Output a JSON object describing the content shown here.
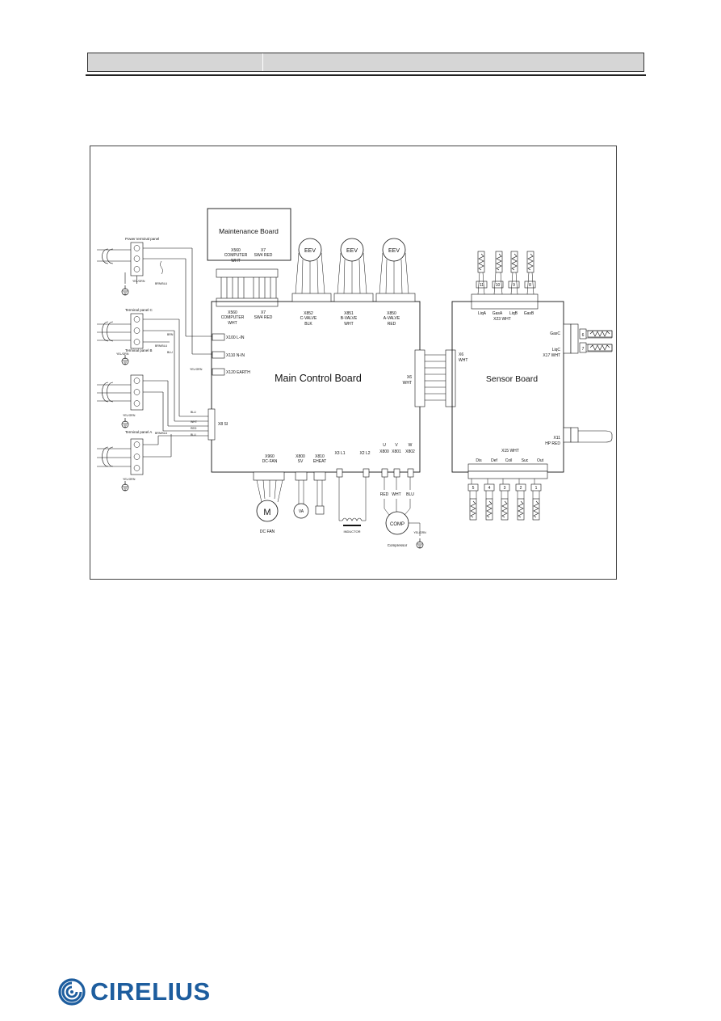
{
  "labels": {
    "maintenance_board": "Maintenance Board",
    "main_board": "Main  Control Board",
    "sensor_board": "Sensor Board",
    "power_panel": "Power terminal panel",
    "panel_c": "Terminal panel C",
    "panel_b": "Terminal panel B",
    "panel_a": "Terminal panel A",
    "yelgrn": "YEL/GRN",
    "brnblu": "BRN/BLU",
    "x560_top": "X560",
    "computer_top": "COMPUTER",
    "wht_top": "WHT",
    "x7_top": "X7",
    "sw4red_top": "SW4 RED",
    "x560_bot": "X560",
    "computer_bot": "COMPUTER",
    "wht_bot": "WHT",
    "x7_bot": "X7",
    "sw4red_bot": "SW4 RED",
    "eev": "EEV",
    "x852": "X852",
    "cvalve": "C-VALVE",
    "blk": "BLK",
    "x851": "X851",
    "bvalve": "B-VALVE",
    "bwht": "WHT",
    "x850": "X850",
    "avalve": "A-VALVE",
    "red": "RED",
    "brn": "BRN",
    "blu": "BLU",
    "x100": "X100 L-IN",
    "x110": "X110 N-IN",
    "x120": "X120 EARTH",
    "x8si": "X8  SI",
    "wht": "WHT",
    "x6": "X6",
    "x6wht": "WHT",
    "x6s": "X6",
    "x6swht": "WHT",
    "x960": "X960",
    "dcfan_lbl": "DC-FAN",
    "x800": "X800",
    "sv": "SV",
    "x810": "X810",
    "eheat": "EHEAT",
    "x3l1": "X3 L1",
    "x2l2": "X2 L2",
    "u": "U",
    "v": "V",
    "w": "W",
    "x800b": "X800",
    "x801": "X801",
    "x802": "X802",
    "mred": "RED",
    "mwht": "WHT",
    "mblu": "BLU",
    "motor_m": "M",
    "dcfan": "DC FAN",
    "va": "VA",
    "inductor": "INDUCTOR",
    "comp": "COMP",
    "compressor": "Compressor",
    "sensor_tags_top": [
      "11",
      "10",
      "9",
      "8"
    ],
    "liqa": "LiqA",
    "gasa": "GasA",
    "liqb": "LiqB",
    "gasb": "GasB",
    "x23": "X23  WHT",
    "gasc": "GasC",
    "liqc": "LiqC",
    "x17": "X17 WHT",
    "tag6": "6",
    "tag7": "7",
    "x11": "X11",
    "hpred": "HP RED",
    "x15": "X15 WHT",
    "dis": "Dis",
    "def": "Def",
    "coil": "Coil",
    "suc": "Suc",
    "out": "Out",
    "sensor_tags_bottom": [
      "5",
      "4",
      "3",
      "2",
      "1"
    ]
  },
  "brand": {
    "name": "CIRELIUS",
    "color": "#1d5d9e",
    "icon": "swirl-logo-icon"
  }
}
